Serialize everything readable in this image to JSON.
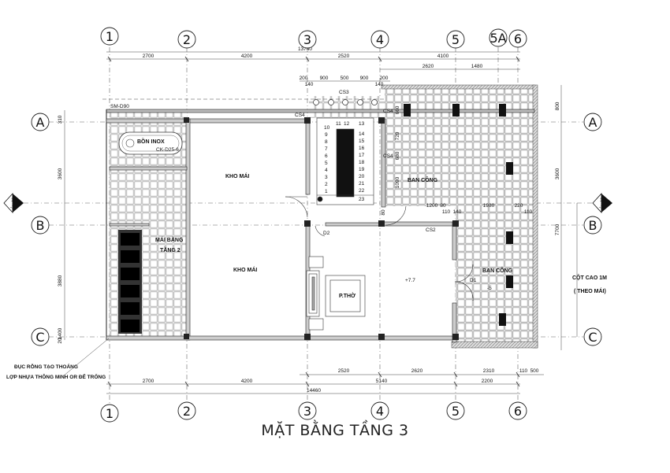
{
  "title": "MẶT BẰNG TẦNG 3",
  "grid_columns": [
    "1",
    "2",
    "3",
    "4",
    "5",
    "5A",
    "6"
  ],
  "grid_rows": [
    "A",
    "B",
    "C"
  ],
  "dims_top_main": [
    "2700",
    "4200",
    "2520",
    "4100"
  ],
  "dims_top_total": "13740",
  "dims_top_sub1": [
    "2620",
    "1480"
  ],
  "dims_top_sub2": [
    "200",
    "900",
    "500",
    "900",
    "200"
  ],
  "dims_top_sub3": [
    "140",
    "140"
  ],
  "dims_bottom_row1": [
    "2520",
    "2620",
    "2310",
    "110",
    "500"
  ],
  "dims_bottom_row2": [
    "2700",
    "4200",
    "5140",
    "2200"
  ],
  "dims_bottom_total": "14460",
  "dims_left": [
    "3600",
    "3880",
    "1400"
  ],
  "dims_left_small": [
    "310",
    "20"
  ],
  "dims_right": [
    "800",
    "3600",
    "7700"
  ],
  "dims_inner": [
    "1200",
    "80",
    "110",
    "140",
    "1980",
    "220",
    "110"
  ],
  "dims_inner_v": [
    "660",
    "720",
    "680",
    "1090",
    "80"
  ],
  "stair_left": [
    "10",
    "9",
    "8",
    "7",
    "6",
    "5",
    "4",
    "3",
    "2",
    "1"
  ],
  "stair_top": [
    "11",
    "12",
    "13"
  ],
  "stair_right": [
    "14",
    "15",
    "16",
    "17",
    "18",
    "19",
    "20",
    "21",
    "22",
    "23"
  ],
  "tags": {
    "cs4a": "CS4",
    "cs4b": "CS4",
    "cs4c": "CS4",
    "cs3": "CS3",
    "cs2": "CS2",
    "d2": "D2",
    "d1": "D1",
    "smd90": "SM-D90"
  },
  "rooms": {
    "bon_inox": "BỒN INOX",
    "ck": "CK-D25-6",
    "kho_mai_1": "KHO MÁI",
    "kho_mai_2": "KHO MÁI",
    "mai_bang_1": "MÁI BẰNG",
    "mai_bang_2": "TẦNG 2",
    "ban_cong_1": "BAN CÔNG",
    "ban_cong_2": "BAN CÔNG",
    "p_tho": "P.THỜ",
    "lvl_1": "+7.7",
    "lvl_2": "-5"
  },
  "notes": {
    "cot_cao_1": "CỘT CAO 1M",
    "cot_cao_2": "( THEO MÁI)",
    "duc_rong_1": "ĐỤC RỖNG TẠO THOÁNG",
    "duc_rong_2": "LỢP NHỰA THÔNG MINH OR ĐỂ TRỐNG"
  },
  "section_labels": [
    "1",
    "1",
    "-3",
    "-3"
  ]
}
